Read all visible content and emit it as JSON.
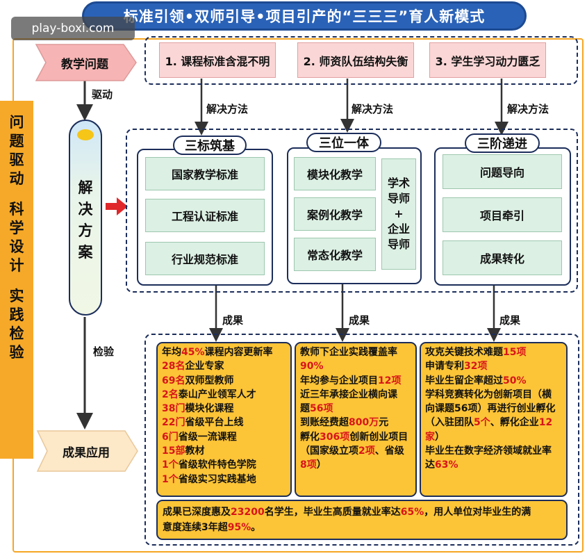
{
  "title": "标准引领•双师引导•项目引产的“三三三”育人新模式",
  "watermark": "play-boxi.com",
  "left_band": {
    "lines": [
      "问",
      "题",
      "驱",
      "动",
      "",
      "科",
      "学",
      "设",
      "计",
      "",
      "实",
      "践",
      "检",
      "验"
    ]
  },
  "flow": {
    "problem_label": "教学问题",
    "drive_label": "驱动",
    "solution_label_lines": [
      "解",
      "决",
      "方",
      "案"
    ],
    "check_label": "检验",
    "result_label": "成果应用"
  },
  "problems": [
    "1. 课程标准含混不明",
    "2. 师资队伍结构失衡",
    "3. 学生学习动力匮乏"
  ],
  "method_label": "解决方法",
  "result_arrow_label": "成果",
  "categories": [
    {
      "title": "三标筑基",
      "items": [
        "国家教学标准",
        "工程认证标准",
        "行业规范标准"
      ]
    },
    {
      "title": "三位一体",
      "items": [
        "模块化教学",
        "案例化教学",
        "常态化教学"
      ],
      "side_lines": [
        "学术",
        "导师",
        "+",
        "企业",
        "导师"
      ]
    },
    {
      "title": "三阶递进",
      "items": [
        "问题导向",
        "项目牵引",
        "成果转化"
      ]
    }
  ],
  "results": {
    "col1": [
      {
        "pre": "年均",
        "hl": "45%",
        "post": "课程内容更新率"
      },
      {
        "pre": "",
        "hl": "28名",
        "post": "企业专家"
      },
      {
        "pre": "",
        "hl": "69名",
        "post": "双师型教师"
      },
      {
        "pre": "",
        "hl": "2名",
        "post": "泰山产业领军人才"
      },
      {
        "pre": "",
        "hl": "38门",
        "post": "模块化课程"
      },
      {
        "pre": "",
        "hl": "22门",
        "post": "省级平台上线"
      },
      {
        "pre": "",
        "hl": "6门",
        "post": "省级一流课程"
      },
      {
        "pre": "",
        "hl": "15部",
        "post": "教材"
      },
      {
        "pre": "",
        "hl": "1个",
        "post": "省级软件特色学院"
      },
      {
        "pre": "",
        "hl": "1个",
        "post": "省级实习实践基地"
      }
    ],
    "col2": {
      "l1": "教师下企业实践覆盖率",
      "l2": "90%",
      "l3a": "年均参与企业项目",
      "l3b": "12项",
      "l4": "近三年承接企业横向课",
      "l5a": "题",
      "l5b": "56项",
      "l6a": "到账经费超",
      "l6b": "800万",
      "l6c": "元",
      "l7a": "孵化",
      "l7b": "306项",
      "l7c": "创新创业项目",
      "l8a": "（国家级立项",
      "l8b": "2项",
      "l8c": "、省级",
      "l9a": "8项",
      "l9b": "）"
    },
    "col3": {
      "l1a": "攻克关键技术难题",
      "l1b": "15项",
      "l2a": "申请专利",
      "l2b": "32项",
      "l3a": "毕业生留企率超过",
      "l3b": "50%",
      "l4": "学科竞赛转化为创新项目（横",
      "l5": "向课题56项）再进行创业孵化",
      "l6a": "（入驻团队",
      "l6b": "5个",
      "l6c": "、孵化企业",
      "l6d": "12",
      "l7a": "家",
      "l7b": "）",
      "l8": "毕业生在数字经济领域就业率",
      "l9a": "达",
      "l9b": "63%"
    },
    "summary": {
      "a": "成果已深度惠及",
      "b": "23200",
      "c": "名学生，毕业生高质量就业率达",
      "d": "65%",
      "e": "，用人单位对毕业生的满",
      "f": "意度连续3年超",
      "g": "95%",
      "h": "。"
    }
  },
  "colors": {
    "title_bg": "#2a62b8",
    "band": "#f6a928",
    "problem_bg": "#fbd6d6",
    "item_bg": "#dcf0e4",
    "result_bg": "#fcc437",
    "highlight": "#d8151a",
    "arrow_red": "#e0282c",
    "outline": "#1b2d5a"
  }
}
